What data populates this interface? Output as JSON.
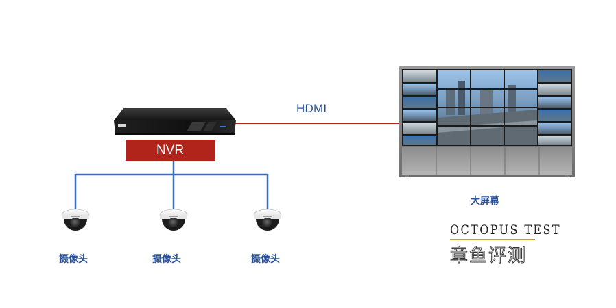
{
  "nvr": {
    "label": "NVR",
    "accent": "#b0241c"
  },
  "link": {
    "label": "HDMI",
    "color": "#b0241c"
  },
  "screen": {
    "label": "大屏幕"
  },
  "cameras": [
    {
      "label": "摄像头"
    },
    {
      "label": "摄像头"
    },
    {
      "label": "摄像头"
    }
  ],
  "connector_color": "#3a6cc0",
  "label_color": "#2a5298",
  "watermark": {
    "english": "OCTOPUS TEST",
    "chinese": "章鱼评测",
    "rule_color": "#c9a227"
  }
}
